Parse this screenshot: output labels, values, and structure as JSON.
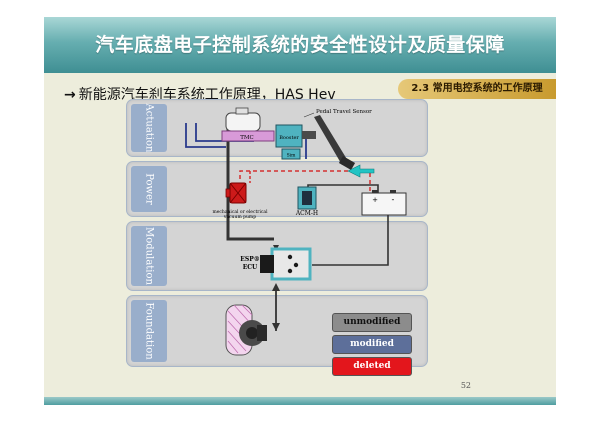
{
  "slide": {
    "title": "汽车底盘电子控制系统的安全性设计及质量保障",
    "subtitle_arrow": "→",
    "subtitle": "新能源汽车刹车系统工作原理，HAS Hev",
    "section_tag": "2.3 常用电控系统的工作原理",
    "page_number": "52"
  },
  "diagram": {
    "rows": [
      {
        "label": "Actuation"
      },
      {
        "label": "Power"
      },
      {
        "label": "Modulation"
      },
      {
        "label": "Foundation"
      }
    ],
    "labels": {
      "pedal_travel_sensor": "Pedal Travel Sensor",
      "tmc": "TMC",
      "booster": "Booster",
      "sim": "Sim",
      "vacuum_pump_line1": "mechanical or electrical",
      "vacuum_pump_line2": "vacuum pump",
      "acm_h": "ACM-H",
      "battery_plus": "+",
      "battery_minus": "-",
      "esp_line1": "ESP®",
      "esp_line2": "ECU"
    },
    "legend": [
      {
        "label": "unmodified",
        "color": "#8c8c8c"
      },
      {
        "label": "modified",
        "color": "#5d6f9a"
      },
      {
        "label": "deleted",
        "color": "#e3161c"
      }
    ],
    "colors": {
      "row_label_bg": "#99aecb",
      "module_cyan": "#4fb3c0",
      "tmc_pink": "#d89ad8",
      "pump_red": "#cc1a1a",
      "dashed_red": "#d43030",
      "hydraulic_line": "#333333",
      "signal_blue": "#2a3a8c",
      "arrow_cyan": "#22c4c4"
    }
  }
}
